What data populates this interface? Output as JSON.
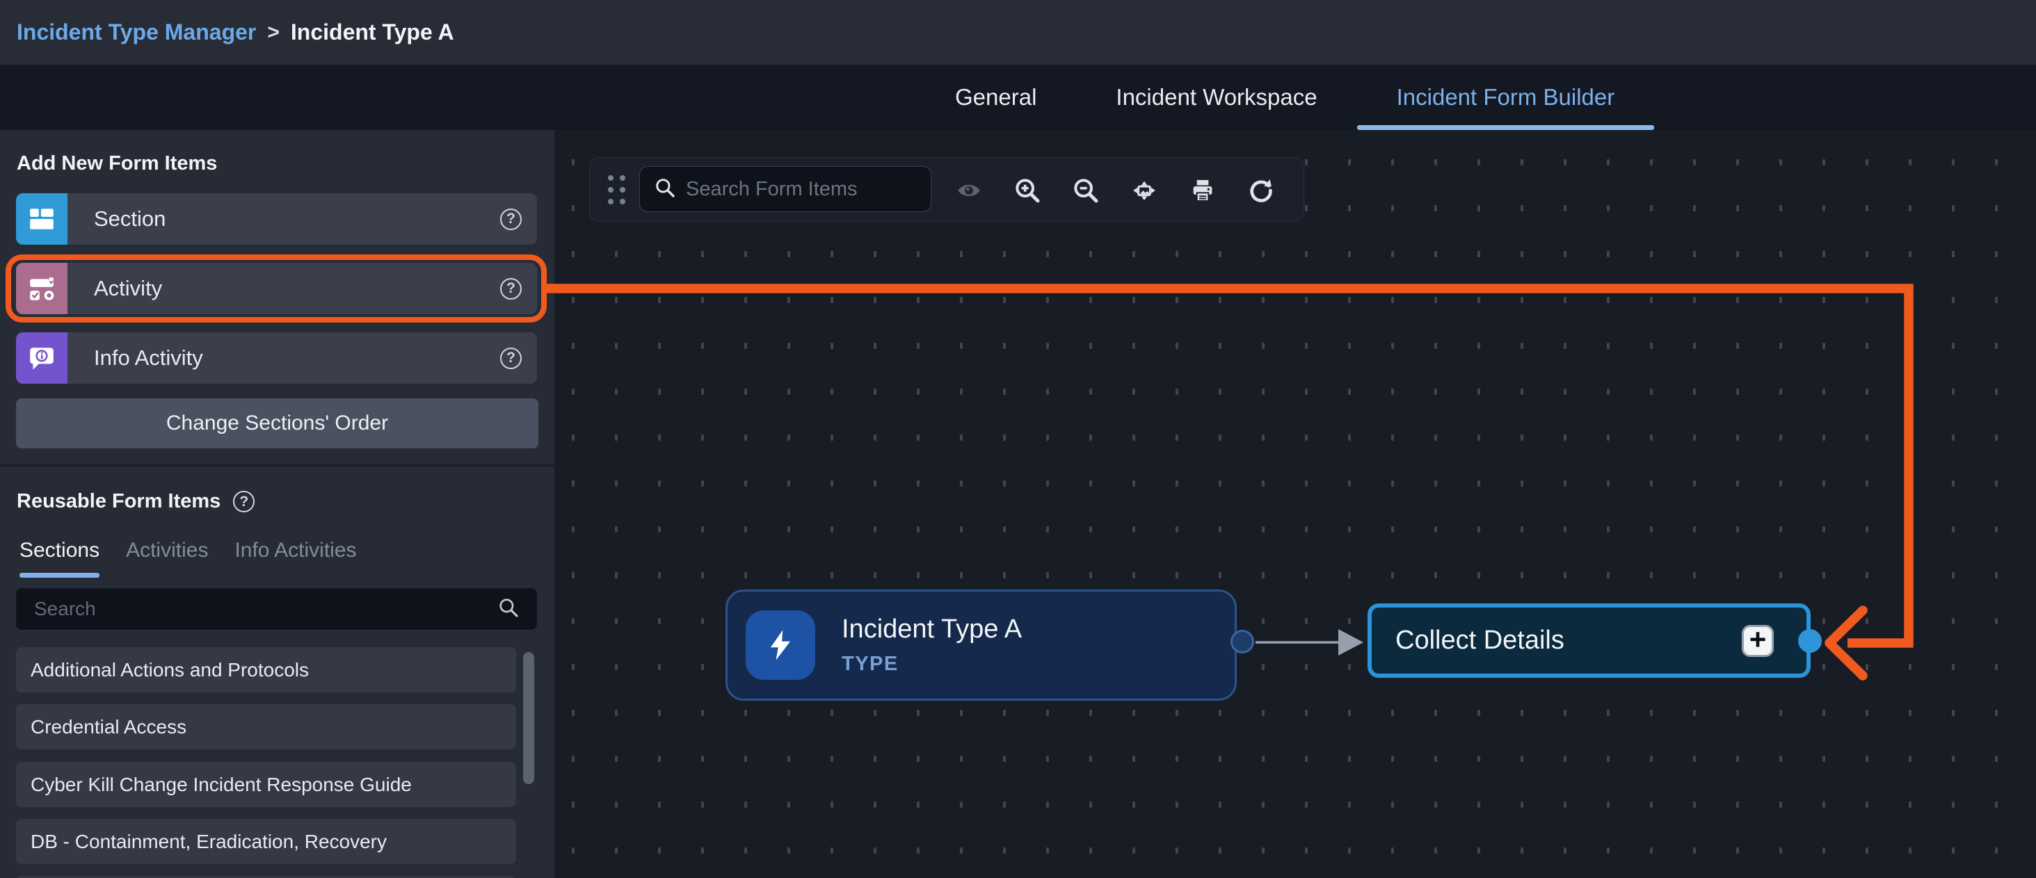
{
  "topbar": {
    "breadcrumb_parent": "Incident Type Manager",
    "separator": ">",
    "breadcrumb_current": "Incident Type A"
  },
  "tabs": [
    {
      "label": "General",
      "active": false
    },
    {
      "label": "Incident Workspace",
      "active": false
    },
    {
      "label": "Incident Form Builder",
      "active": true
    }
  ],
  "sidebar": {
    "add_title": "Add New Form Items",
    "buttons": [
      {
        "label": "Section",
        "icon": "section-icon",
        "color": "#2f9cd8"
      },
      {
        "label": "Activity",
        "icon": "activity-icon",
        "color": "#aa6d90",
        "highlighted": true
      },
      {
        "label": "Info Activity",
        "icon": "info-activity-icon",
        "color": "#7553cd"
      }
    ],
    "help_glyph": "?",
    "change_order_label": "Change Sections' Order",
    "reusable_title": "Reusable Form Items",
    "reusable_tabs": [
      {
        "label": "Sections",
        "active": true
      },
      {
        "label": "Activities",
        "active": false
      },
      {
        "label": "Info Activities",
        "active": false
      }
    ],
    "search_placeholder": "Search",
    "items": [
      "Additional Actions and Protocols",
      "Credential Access",
      "Cyber Kill Change Incident Response Guide",
      "DB - Containment, Eradication, Recovery"
    ]
  },
  "canvas": {
    "toolbar": {
      "search_placeholder": "Search Form Items"
    },
    "type_node": {
      "title": "Incident Type A",
      "subtitle": "TYPE"
    },
    "activity_node": {
      "title": "Collect Details",
      "plus_glyph": "+"
    }
  },
  "colors": {
    "annotation_orange": "#f05a1f",
    "node_border_blue": "#2a93da",
    "active_tab_blue": "#7cb1e8",
    "section_icon": "#2f9cd8",
    "activity_icon": "#aa6d90",
    "info_activity_icon": "#7553cd"
  }
}
